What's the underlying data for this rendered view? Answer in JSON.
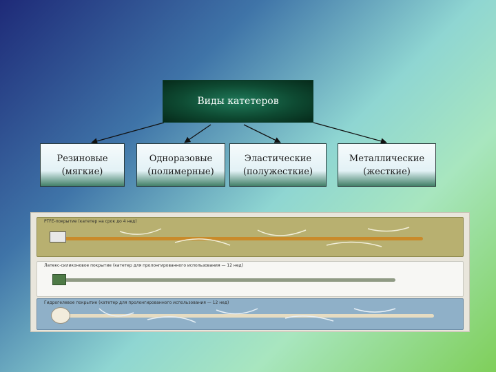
{
  "diagram": {
    "root": "Виды катетеров",
    "children": [
      {
        "line1": "Резиновые",
        "line2": "(мягкие)"
      },
      {
        "line1": "Одноразовые",
        "line2": "(полимерные)"
      },
      {
        "line1": "Эластические",
        "line2": "(полужесткие)"
      },
      {
        "line1": "Металлические",
        "line2": "(жесткие)"
      }
    ]
  },
  "photo": {
    "packages": [
      {
        "label": "PTFE-покрытие (катетер на срок до 4 нед)"
      },
      {
        "label": "Латекс-силиконовое покрытие (катетер для пролонгированного использования — 12 нед)"
      },
      {
        "label": "Гидрогелевое покрытие (катетер для пролонгированного использования — 12 нед)"
      }
    ]
  },
  "colors": {
    "root_fill": "#0e4a32",
    "child_fill": "#e4f2f6",
    "arrow": "#111111"
  }
}
